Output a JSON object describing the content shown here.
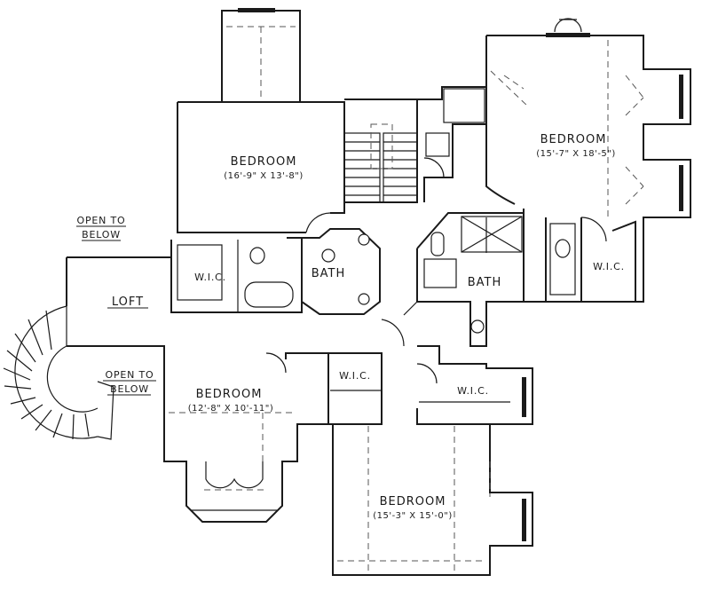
{
  "rooms": {
    "bedroom_top": {
      "name": "BEDROOM",
      "dims": "(16'-9\" X 13'-8\")"
    },
    "bedroom_right": {
      "name": "BEDROOM",
      "dims": "(15'-7\" X 18'-5\")"
    },
    "bedroom_left": {
      "name": "BEDROOM",
      "dims": "(12'-8\" X 10'-11\")"
    },
    "bedroom_bottom": {
      "name": "BEDROOM",
      "dims": "(15'-3\" X 15'-0\")"
    },
    "bath_center": {
      "name": "BATH"
    },
    "bath_right": {
      "name": "BATH"
    },
    "wic_top": {
      "name": "W.I.C."
    },
    "wic_right": {
      "name": "W.I.C."
    },
    "wic_left": {
      "name": "W.I.C."
    },
    "wic_bottom": {
      "name": "W.I.C."
    },
    "loft": {
      "name": "LOFT"
    }
  },
  "notes": {
    "open_top": {
      "line1": "OPEN TO",
      "line2": "BELOW"
    },
    "open_left": {
      "line1": "OPEN TO",
      "line2": "BELOW"
    }
  }
}
